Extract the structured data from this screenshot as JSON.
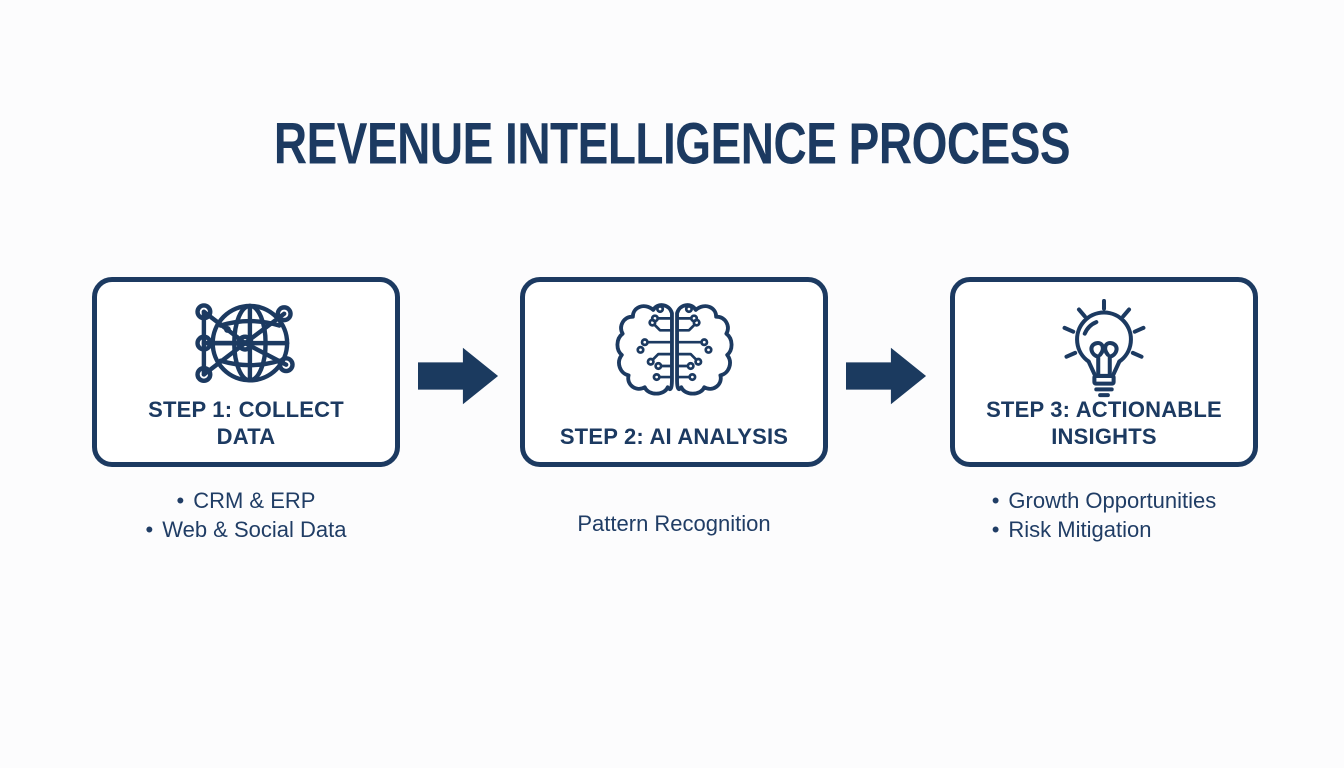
{
  "title": "REVENUE INTELLIGENCE PROCESS",
  "colors": {
    "navy": "#1c3a61",
    "background": "#fcfcfd",
    "box_background": "#ffffff"
  },
  "bullet_char": "•",
  "flow": {
    "arrow_icon": "right-block-arrow-icon",
    "direction": "left-to-right"
  },
  "steps": [
    {
      "icon": "globe-network-icon",
      "label": "STEP 1: COLLECT DATA",
      "details": [
        "CRM & ERP",
        "Web & Social Data"
      ],
      "details_bulleted": true
    },
    {
      "icon": "ai-brain-icon",
      "label": "STEP 2: AI ANALYSIS",
      "details": [
        "Pattern Recognition"
      ],
      "details_bulleted": false
    },
    {
      "icon": "lightbulb-icon",
      "label": "STEP 3: ACTIONABLE INSIGHTS",
      "details": [
        "Growth Opportunities",
        "Risk Mitigation"
      ],
      "details_bulleted": true
    }
  ]
}
